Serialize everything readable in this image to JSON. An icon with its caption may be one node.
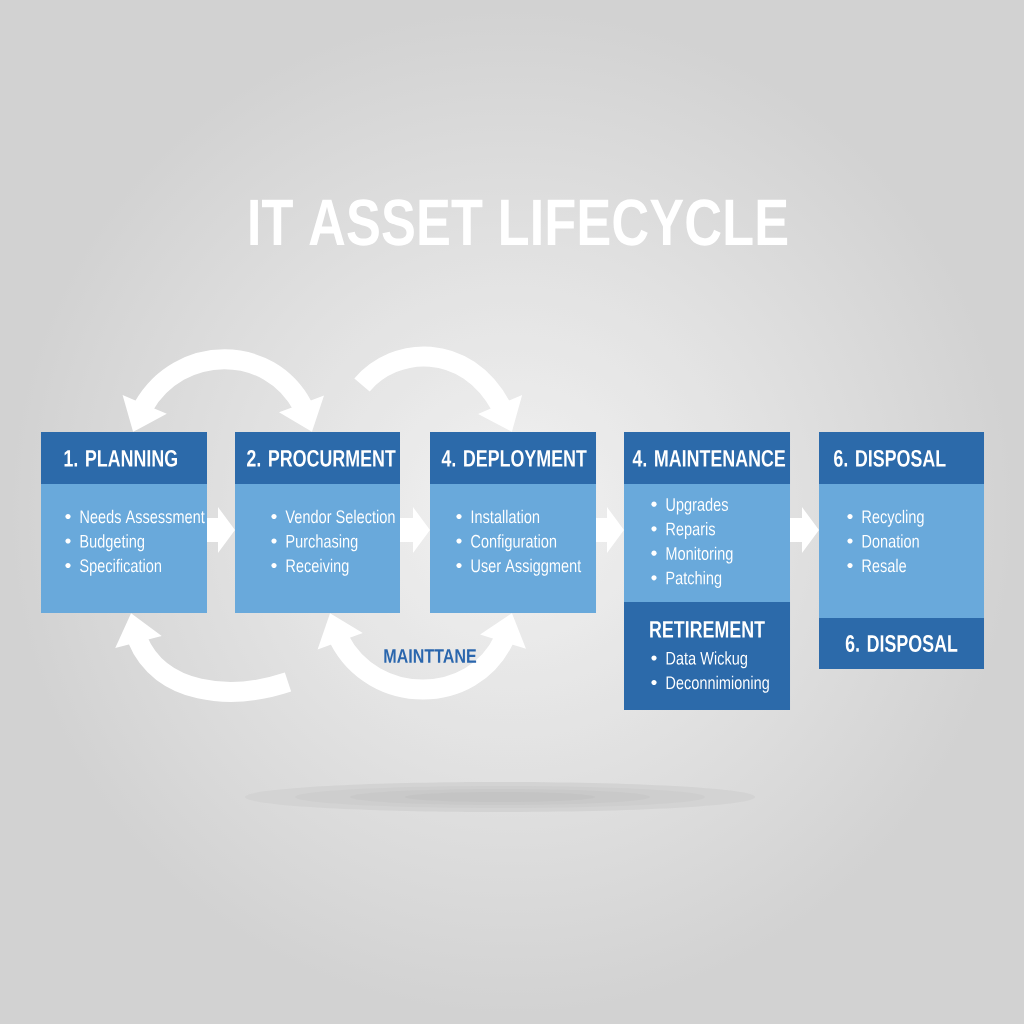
{
  "diagram": {
    "title": "IT ASSET LIFECYCLE",
    "nodes": [
      {
        "text": [
          "1. PLANNING",
          "Needs Assessment",
          "Budgeting",
          "Specification"
        ]
      },
      {
        "text": [
          "2. PROCURMENT",
          "Vendor Selection",
          "Purchasing",
          "Receiving"
        ]
      },
      {
        "text": [
          "4. DEPLOYMENT",
          "Installation",
          "Configuration",
          "User Assiggment"
        ]
      },
      {
        "text": [
          "4. MAINTENANCE",
          "Upgrades",
          "Reparis",
          "Monitoring",
          "Patching",
          "RETIREMENT",
          "Data Wickug",
          "Deconnimioning"
        ]
      },
      {
        "text": [
          "6. DISPOSAL",
          "Recycling",
          "Donation",
          "Resale",
          "6. DISPOSAL"
        ]
      }
    ],
    "edges": [
      {
        "from": 0,
        "to": 1,
        "arrow": "both"
      },
      {
        "from": null,
        "to": 2,
        "arrow": "to"
      },
      {
        "from": 0,
        "to": 1,
        "arrow": "to"
      },
      {
        "from": 1,
        "to": 2,
        "arrow": "to"
      },
      {
        "from": 2,
        "to": 3,
        "arrow": "to"
      },
      {
        "from": 3,
        "to": 4,
        "arrow": "to"
      },
      {
        "from": null,
        "to": 0,
        "arrow": "to"
      },
      {
        "from": 1,
        "to": 2,
        "arrow": "both",
        "label": "MAINTTANE"
      }
    ]
  }
}
